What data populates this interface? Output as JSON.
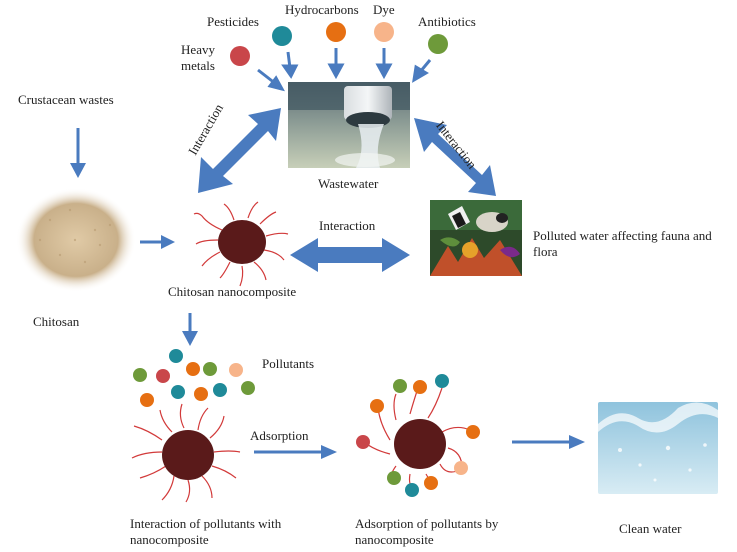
{
  "labels": {
    "pesticides": "Pesticides",
    "hydrocarbons": "Hydrocarbons",
    "dye": "Dye",
    "antibiotics": "Antibiotics",
    "heavy_metals": "Heavy metals",
    "crustacean_wastes": "Crustacean wastes",
    "wastewater": "Wastewater",
    "interaction_left": "Interaction",
    "interaction_right": "Interaction",
    "interaction_center": "Interaction",
    "polluted_water": "Polluted water affecting fauna and flora",
    "chitosan": "Chitosan",
    "chitosan_nanocomposite": "Chitosan nanocomposite",
    "pollutants": "Pollutants",
    "adsorption": "Adsorption",
    "interaction_of_pollutants": "Interaction of pollutants with nanocomposite",
    "adsorption_of_pollutants": "Adsorption of pollutants by nanocomposite",
    "clean_water": "Clean water"
  },
  "colors": {
    "arrow_blue": "#4a7bbf",
    "nanoparticle_core": "#5a1a1a",
    "nanoparticle_tendril": "#d23a3a",
    "heavy_metals_dot": "#c9464a",
    "pesticides_dot": "#1f8a99",
    "hydrocarbons_dot": "#e66f12",
    "dye_dot": "#f7b48a",
    "antibiotics_dot": "#6e9a3a",
    "chitosan_powder": "#cdb591"
  }
}
